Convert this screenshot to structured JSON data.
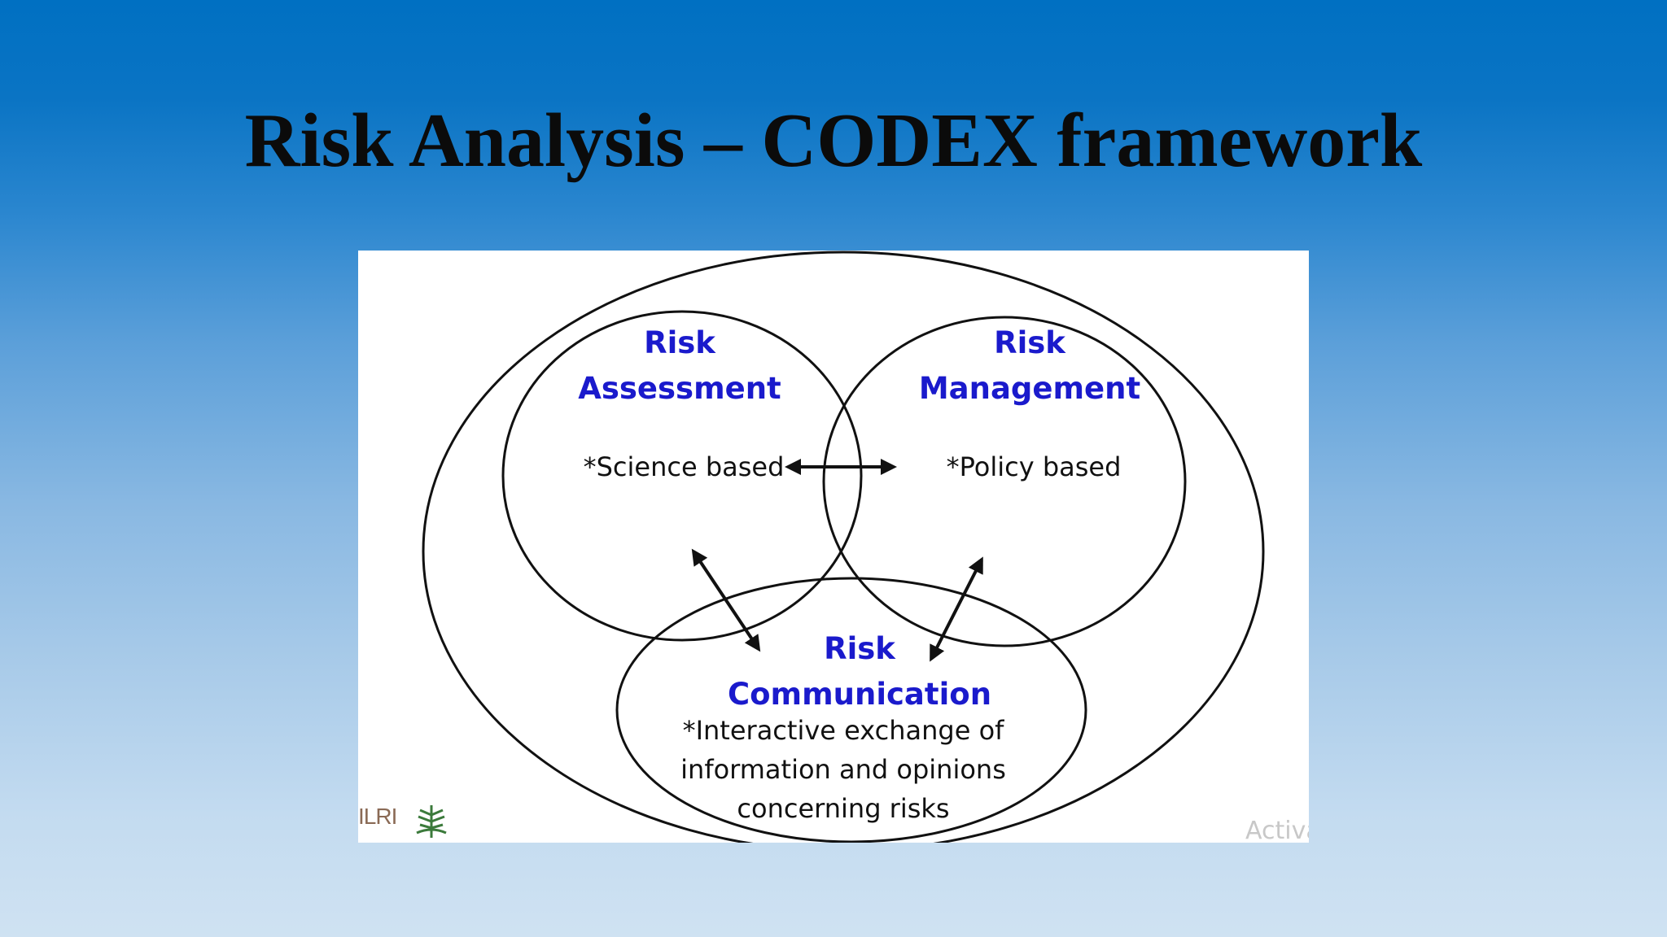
{
  "slide": {
    "title": "Risk Analysis – CODEX framework"
  },
  "diagram": {
    "assessment": {
      "heading_line1": "Risk",
      "heading_line2": "Assessment",
      "description": "*Science based"
    },
    "management": {
      "heading_line1": "Risk",
      "heading_line2": "Management",
      "description": "*Policy based"
    },
    "communication": {
      "heading_line1": "Risk",
      "heading_line2": "Communication",
      "description_line1": "*Interactive exchange of",
      "description_line2": "information and opinions",
      "description_line3": "concerning risks"
    }
  },
  "footer": {
    "logo_ilri": "ILRI",
    "logo_cgiar_icon": "cgiar-wheat-icon",
    "watermark": "Activa"
  },
  "colors": {
    "heading": "#1a1acc",
    "background_top": "#0070c2",
    "background_bottom": "#cfe2f2"
  }
}
